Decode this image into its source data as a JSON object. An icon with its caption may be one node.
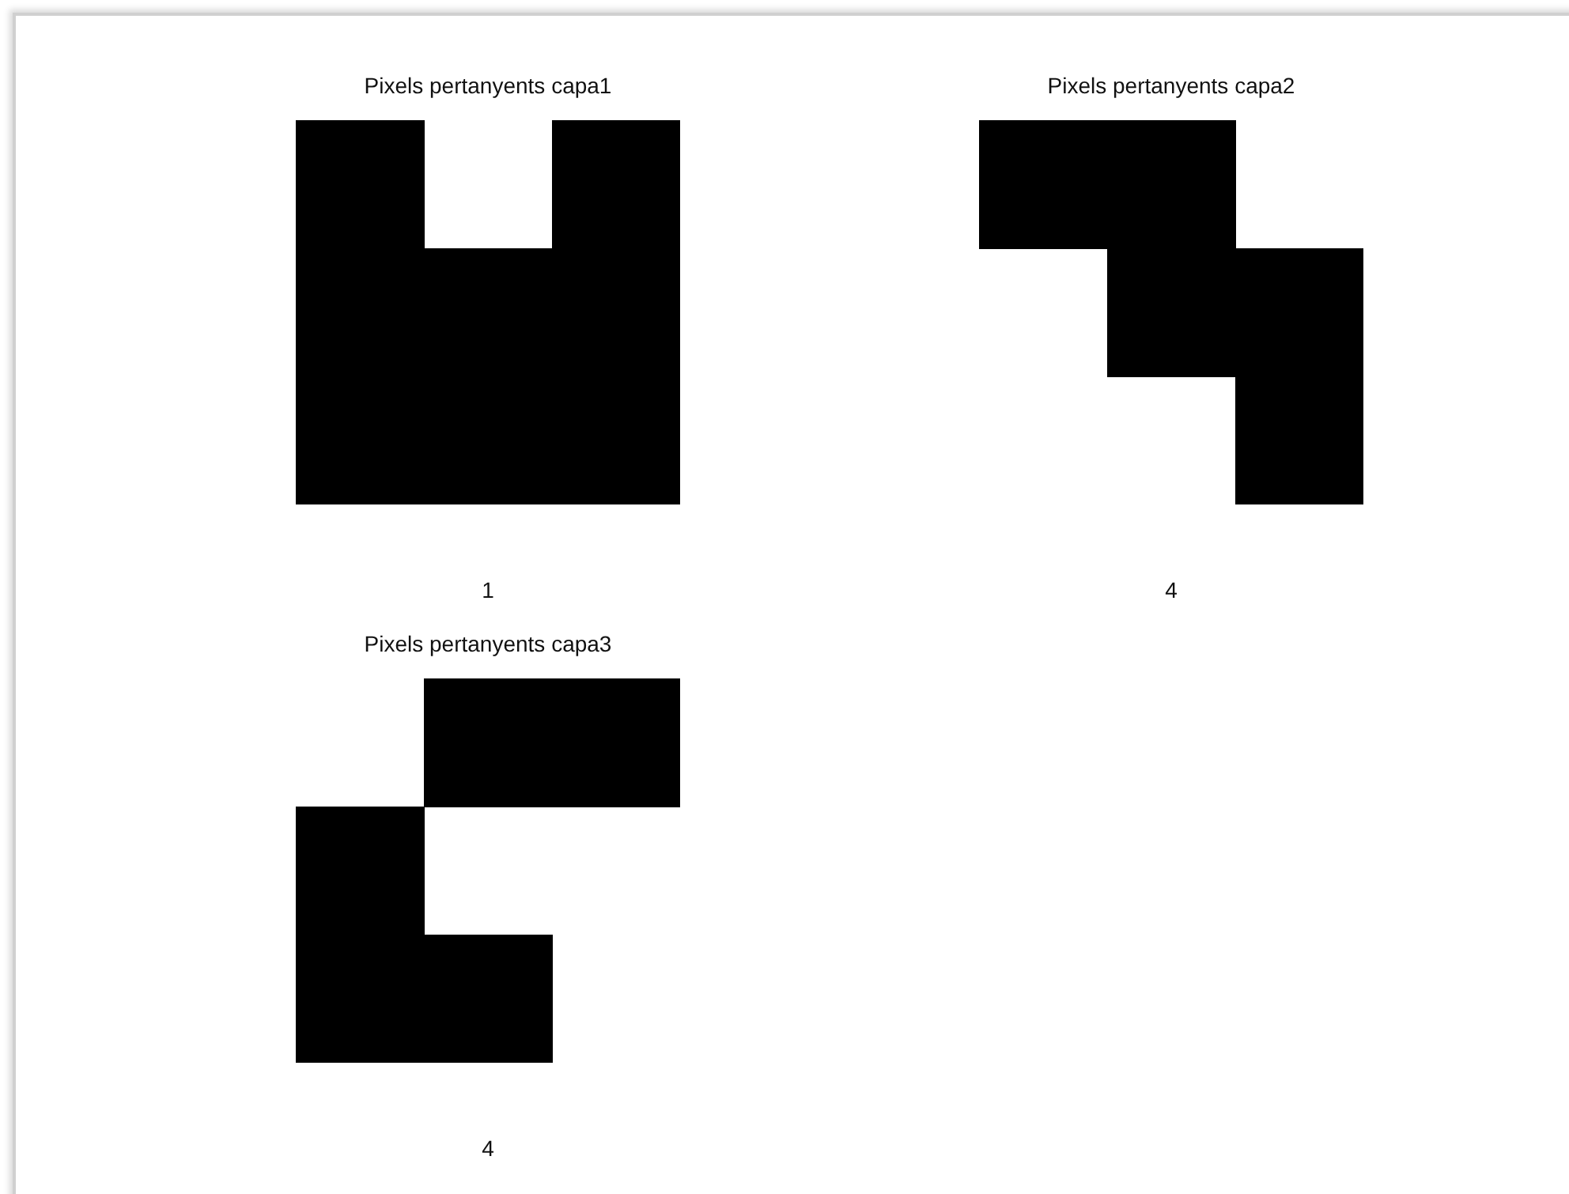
{
  "diagram": {
    "labels": [
      "Pixels pertanyents capa1",
      "1",
      "Pixels pertanyents capa2",
      "4",
      "Pixels pertanyents capa3",
      "4"
    ]
  }
}
